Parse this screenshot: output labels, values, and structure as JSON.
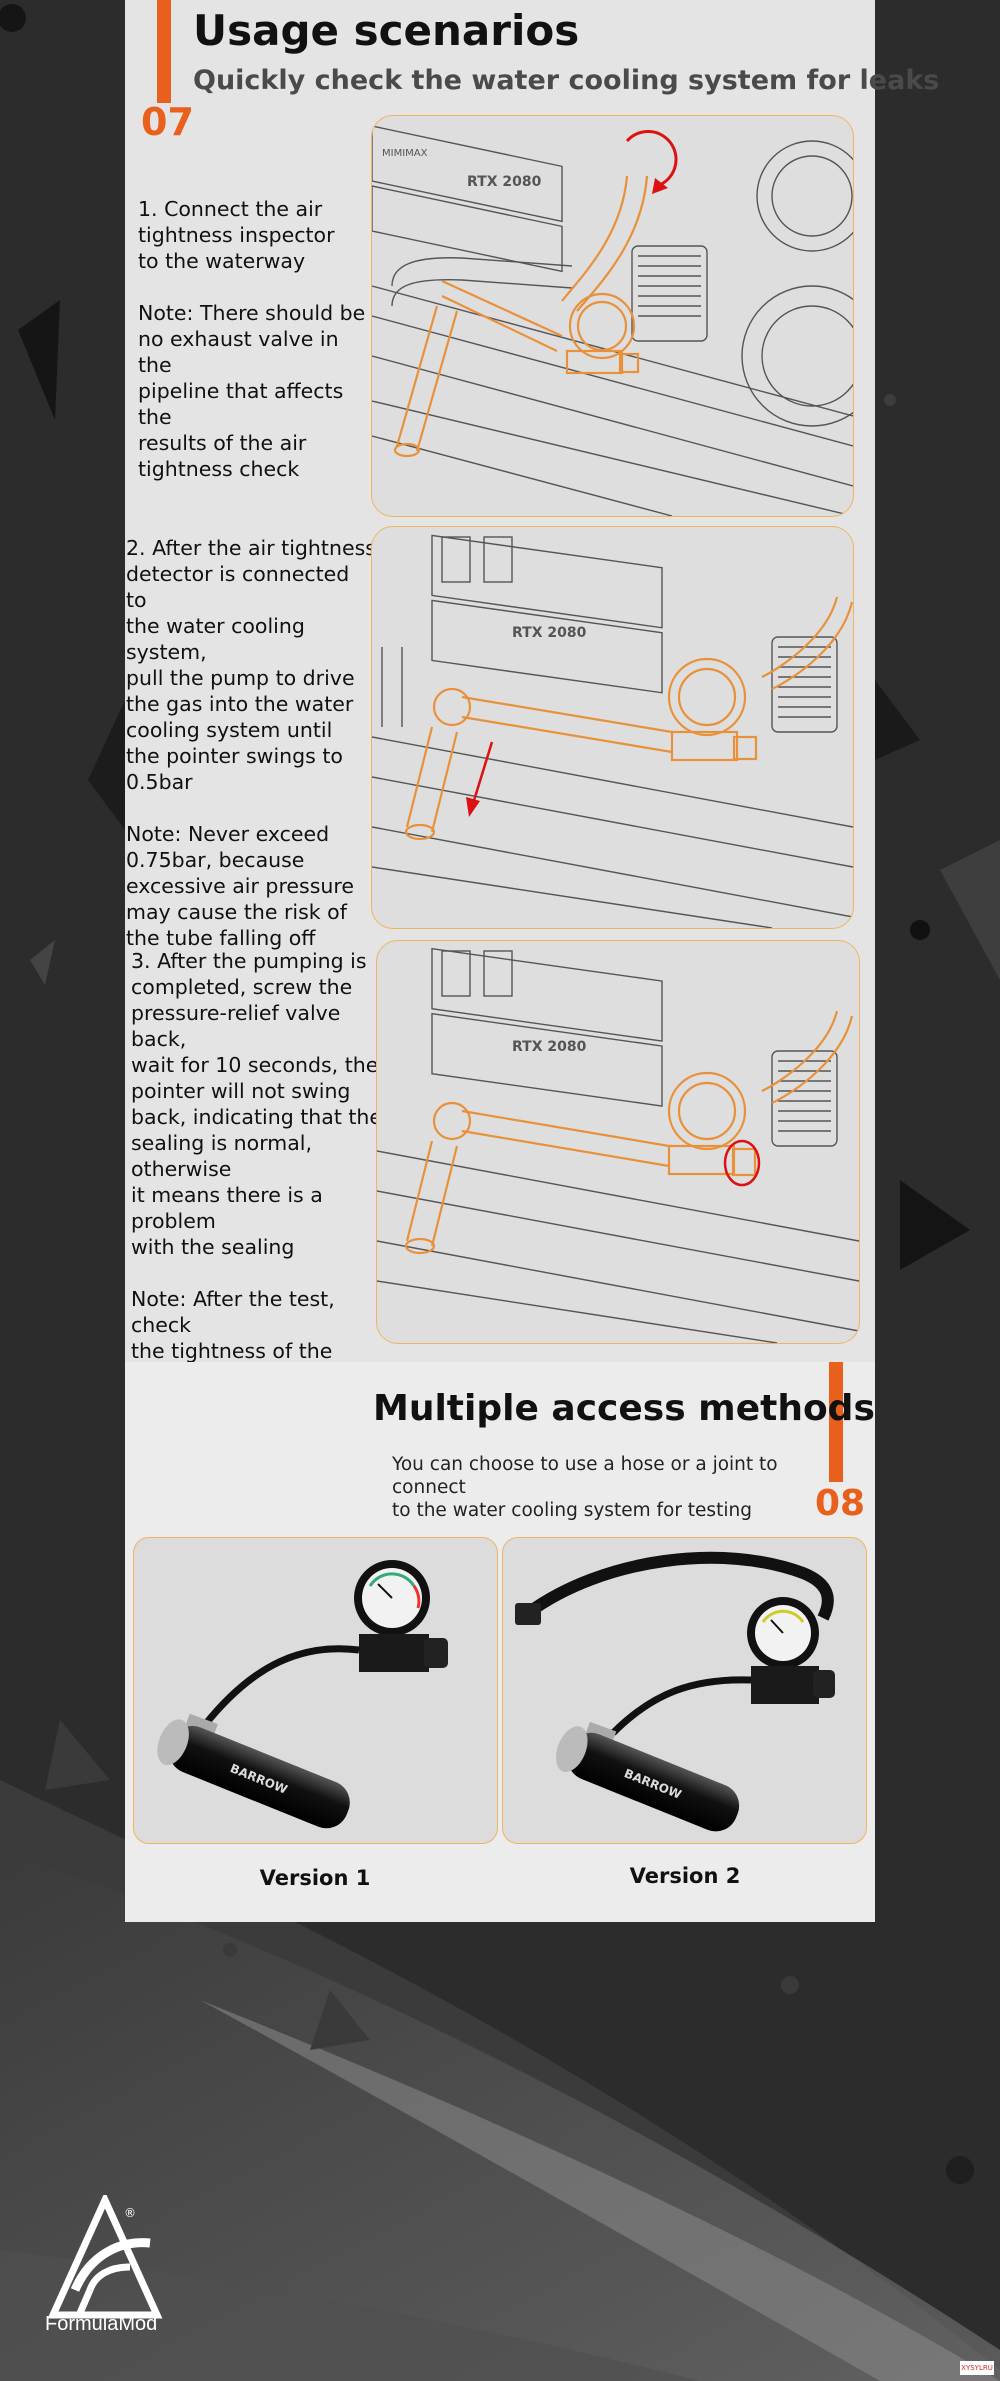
{
  "section_07": {
    "number": "07",
    "title": "Usage scenarios",
    "subtitle": "Quickly check the water cooling system for leaks",
    "steps": [
      {
        "text": "1. Connect the air\ntightness inspector\nto the waterway",
        "note": "Note: There should be\nno exhaust valve in the\npipeline that affects the\nresults of the air\ntightness check"
      },
      {
        "text": "2. After the air tightness\ndetector is connected to\nthe water cooling system,\npull the pump to drive\nthe gas into the water\ncooling system until\nthe pointer swings to\n0.5bar",
        "note": "Note: Never exceed\n0.75bar, because\nexcessive air pressure\nmay cause the risk of\nthe tube falling off"
      },
      {
        "text": "3. After the pumping is\ncompleted, screw the\npressure-relief valve back,\nwait for 10 seconds, the\npointer will not swing\nback, indicating that the\nsealing is normal, otherwise\nit means there is a problem\nwith the sealing",
        "note": "Note: After the test, check\nthe tightness of the\nconnection of the entire\nwater cooling system to\nensure the stability of\nthe connection"
      }
    ],
    "illustration_labels": {
      "gpu_brand": "MIMIMAX",
      "gpu_model": "RTX 2080"
    }
  },
  "section_08": {
    "number": "08",
    "title": "Multiple access methods",
    "description": "You can choose to use a hose or a joint to connect\nto the water cooling system for testing",
    "versions": [
      {
        "label": "Version 1",
        "product_mark": "BARROW"
      },
      {
        "label": "Version 2",
        "product_mark": "BARROW"
      }
    ]
  },
  "brand": {
    "name": "FormulaMod",
    "registered": "®"
  },
  "corner_tag": "XYSYLRU",
  "colors": {
    "accent": "#e8601c",
    "outline": "#f0b463",
    "background": "#2b2b2b",
    "panel": "#e4e4e4"
  }
}
